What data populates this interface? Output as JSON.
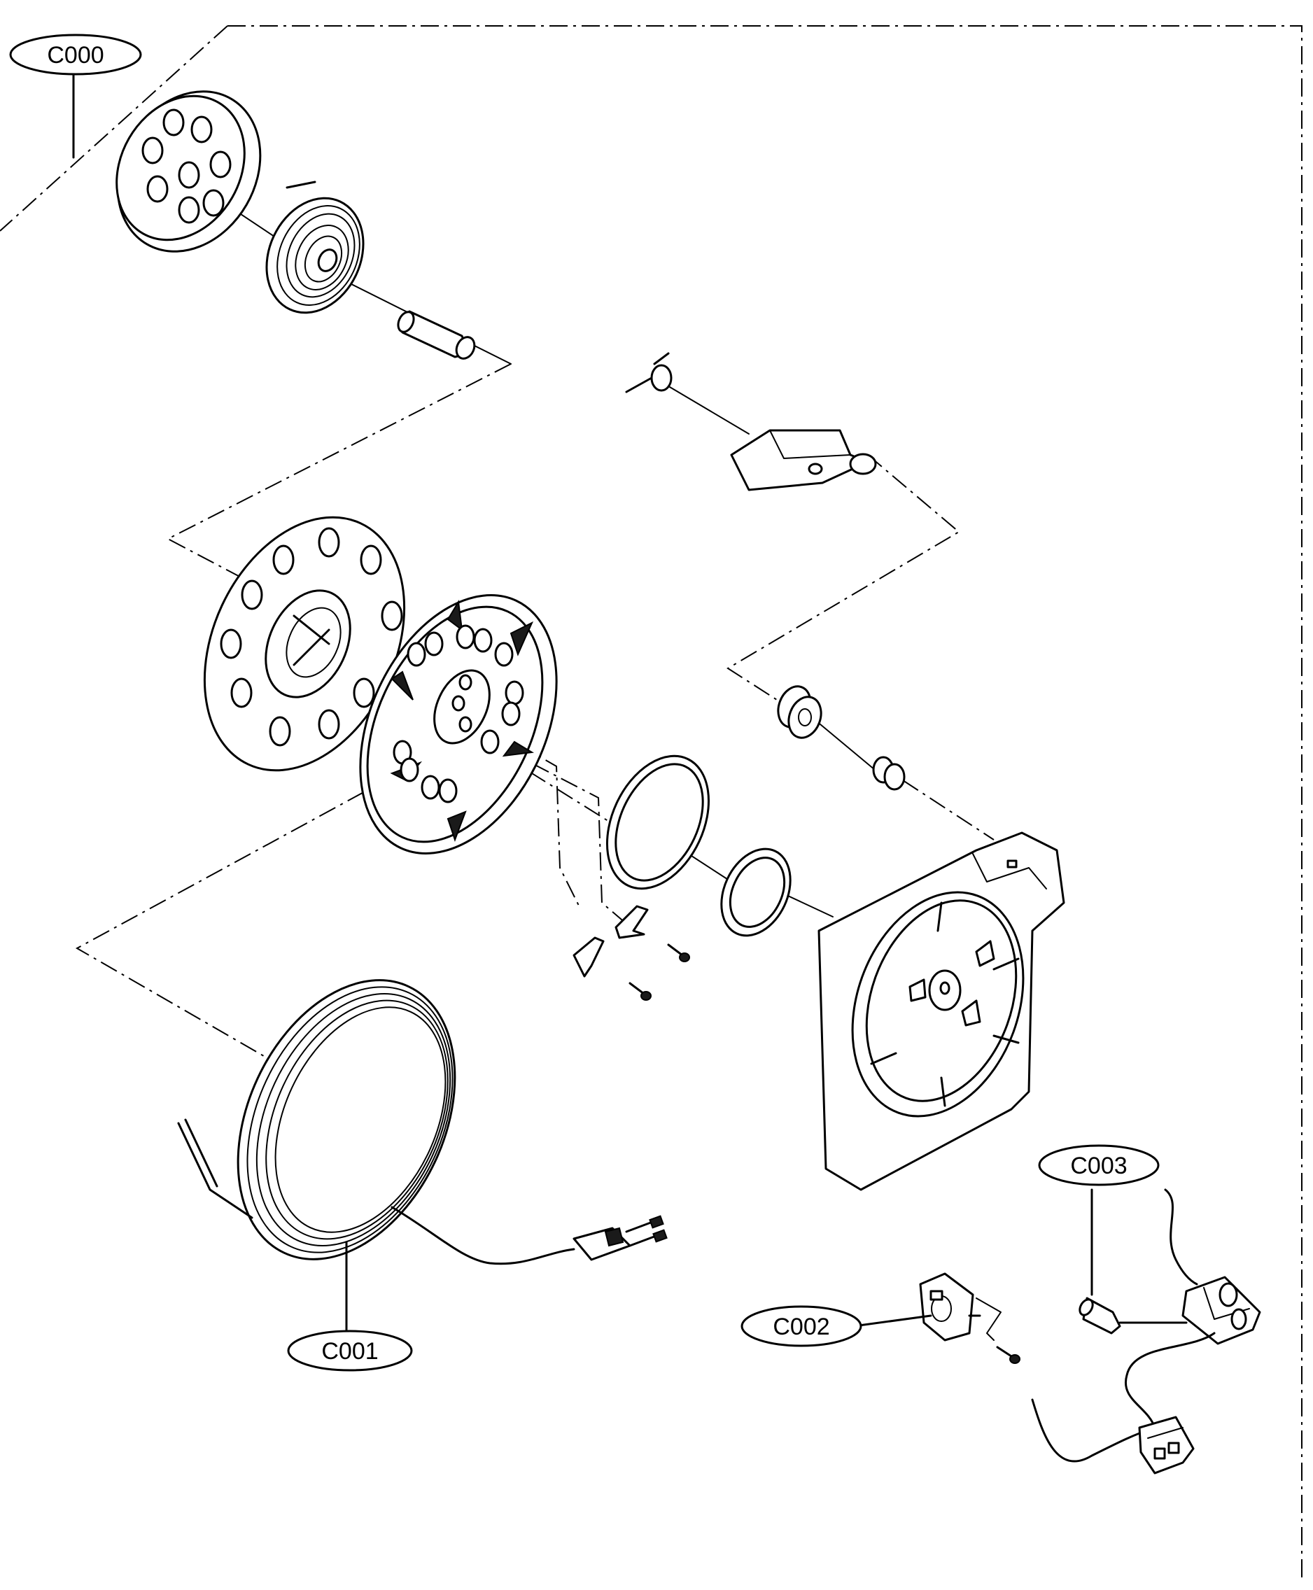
{
  "labels": {
    "c000": "C000",
    "c001": "C001",
    "c002": "C002",
    "c003": "C003"
  }
}
